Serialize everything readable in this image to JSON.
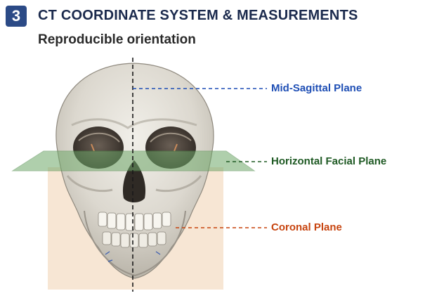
{
  "header": {
    "step_number": "3",
    "title": "CT COORDINATE SYSTEM & MEASUREMENTS",
    "subtitle": "Reproducible orientation"
  },
  "planes": [
    {
      "label": "Mid-Sagittal Plane",
      "color": "#1f4fb5"
    },
    {
      "label": "Horizontal Facial Plane",
      "color": "#1f5a24"
    },
    {
      "label": "Coronal Plane",
      "color": "#c7440f"
    }
  ],
  "icons": [
    "skull-illustration"
  ]
}
